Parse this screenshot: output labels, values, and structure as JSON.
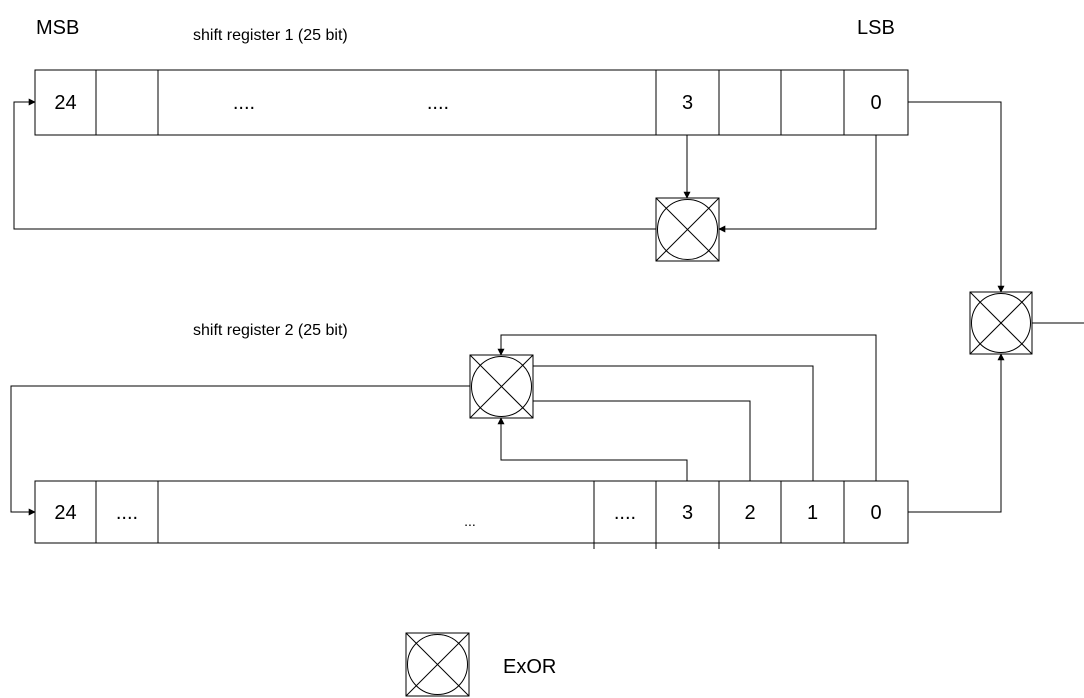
{
  "labels": {
    "msb": "MSB",
    "lsb": "LSB",
    "reg1_title": "shift register 1 (25 bit)",
    "reg2_title": "shift register 2 (25 bit)",
    "legend_label": "ExOR"
  },
  "register1": {
    "cells": [
      "24",
      "",
      "....",
      "....",
      "3",
      "",
      "",
      "0"
    ]
  },
  "register2": {
    "cells": [
      "24",
      "....",
      "...",
      "....",
      "3",
      "2",
      "1",
      "0"
    ]
  }
}
